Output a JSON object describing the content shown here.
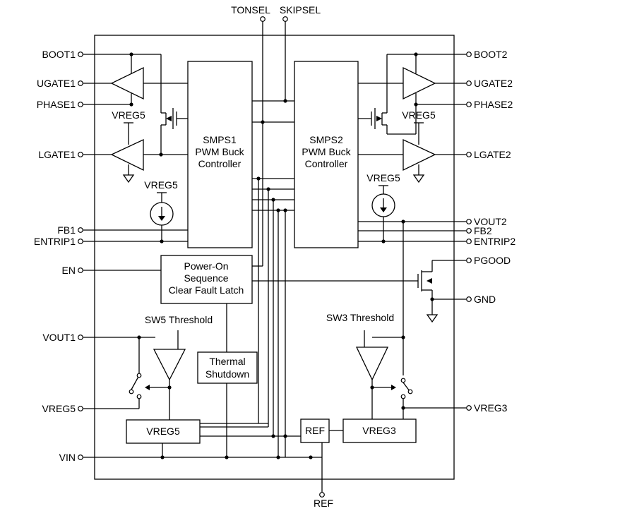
{
  "pins": {
    "boot1": "BOOT1",
    "ugate1": "UGATE1",
    "phase1": "PHASE1",
    "lgate1": "LGATE1",
    "fb1": "FB1",
    "entrip1": "ENTRIP1",
    "en": "EN",
    "vout1": "VOUT1",
    "vreg5": "VREG5",
    "vin": "VIN",
    "tonsel": "TONSEL",
    "skipsel": "SKIPSEL",
    "boot2": "BOOT2",
    "ugate2": "UGATE2",
    "phase2": "PHASE2",
    "lgate2": "LGATE2",
    "vout2": "VOUT2",
    "fb2": "FB2",
    "entrip2": "ENTRIP2",
    "pgood": "PGOOD",
    "gnd": "GND",
    "vreg3": "VREG3",
    "ref": "REF"
  },
  "blocks": {
    "smps1": [
      "SMPS1",
      "PWM Buck",
      "Controller"
    ],
    "smps2": [
      "SMPS2",
      "PWM Buck",
      "Controller"
    ],
    "power_on": [
      "Power-On",
      "Sequence",
      "Clear Fault Latch"
    ],
    "thermal": [
      "Thermal",
      "Shutdown"
    ],
    "vreg5_block": "VREG5",
    "vreg3_block": "VREG3",
    "ref_block": "REF"
  },
  "labels": {
    "vreg5_driver1": "VREG5",
    "vreg5_driver2": "VREG5",
    "vreg5_source1": "VREG5",
    "vreg5_source2": "VREG5",
    "sw5_threshold": "SW5 Threshold",
    "sw3_threshold": "SW3 Threshold"
  }
}
